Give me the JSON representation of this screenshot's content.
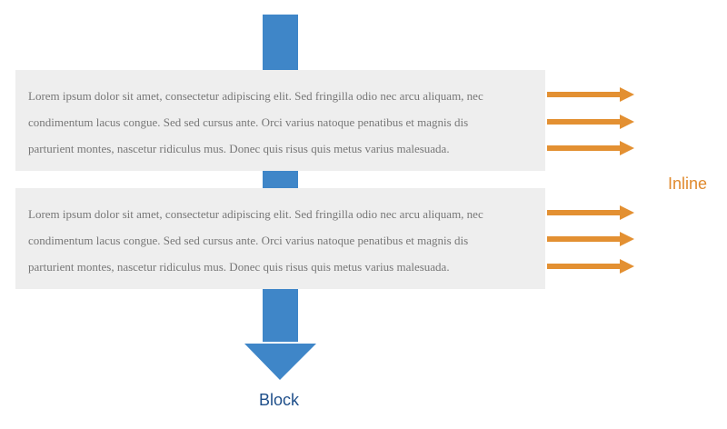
{
  "colors": {
    "block_arrow": "#3f86c8",
    "inline_arrow": "#e39032",
    "block_label": "#1f4f8a",
    "inline_label": "#e08a2e",
    "paragraph_bg": "#eeeeee",
    "paragraph_text": "#777777"
  },
  "paragraphs": [
    {
      "lines": [
        "Lorem ipsum dolor sit amet, consectetur adipiscing elit. Sed fringilla odio nec arcu aliquam, nec",
        "condimentum lacus congue. Sed sed cursus ante. Orci varius natoque penatibus et magnis dis",
        "parturient montes, nascetur ridiculus mus. Donec quis risus quis metus varius malesuada."
      ]
    },
    {
      "lines": [
        "Lorem ipsum dolor sit amet, consectetur adipiscing elit. Sed fringilla odio nec arcu aliquam, nec",
        "condimentum lacus congue. Sed sed cursus ante. Orci varius natoque penatibus et magnis dis",
        "parturient montes, nascetur ridiculus mus. Donec quis risus quis metus varius malesuada."
      ]
    }
  ],
  "labels": {
    "block": "Block",
    "inline": "Inline"
  },
  "icons": {
    "block_direction": "down-arrow-icon",
    "inline_direction": "right-arrow-icon"
  }
}
